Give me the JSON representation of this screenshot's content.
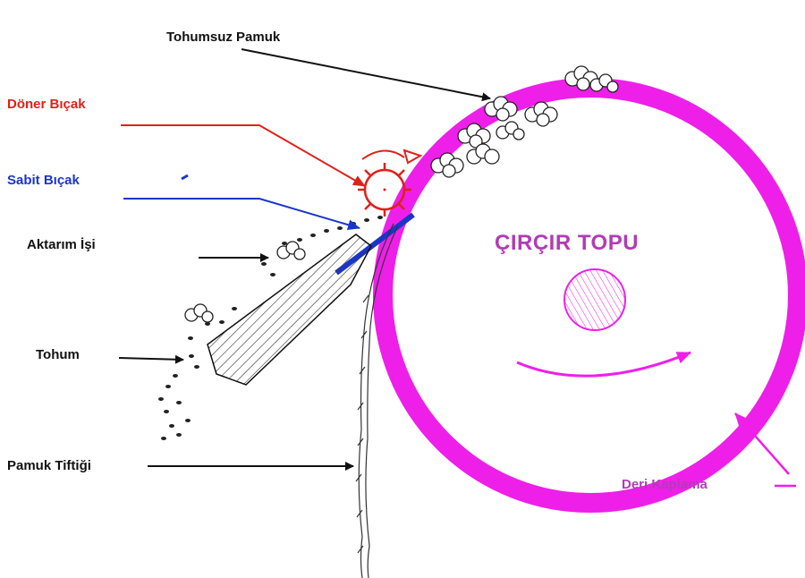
{
  "labels": {
    "tohumsuz_pamuk": "Tohumsuz Pamuk",
    "doner_bicak": "Döner Bıçak",
    "sabit_bicak": "Sabit Bıçak",
    "aktarim_isi": "Aktarım İşi",
    "tohum": "Tohum",
    "pamuk_tiftigi": "Pamuk Tiftiği",
    "circir_topu": "ÇIRÇIR TOPU",
    "deri_kaplama": "Deri Kaplama"
  },
  "colors": {
    "black": "#111111",
    "red": "#e0201b",
    "blue": "#1a36c8",
    "magenta": "#ee1fe9",
    "label_purple": "#b23bb5"
  }
}
